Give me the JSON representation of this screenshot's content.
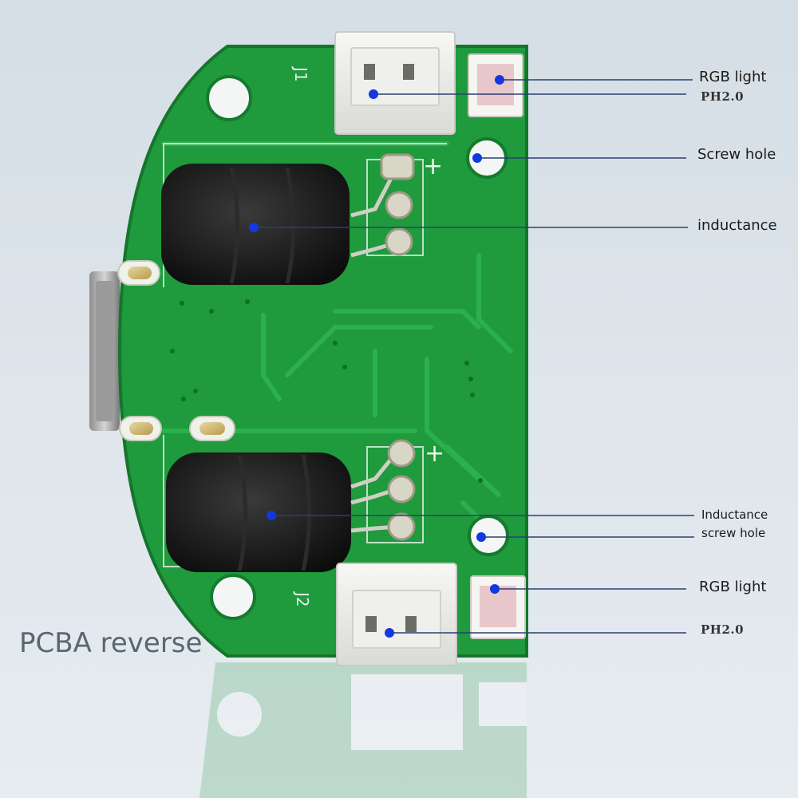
{
  "caption": "PCBA reverse",
  "board": {
    "silkscreen": {
      "j1": "J1",
      "j2": "J2",
      "plus": "+"
    }
  },
  "labels": {
    "rgb_light_top": "RGB light",
    "ph20_top": "PH2.0",
    "screw_hole": "Screw hole",
    "inductance": "inductance",
    "inductance_line1": "Inductance",
    "inductance_line2": "screw hole",
    "rgb_light_bottom": "RGB light",
    "ph20_bottom": "PH2.0"
  },
  "colors": {
    "pcb_green": "#1f9a3c",
    "trace_green": "#2bb04c",
    "marker_blue": "#1238e0",
    "leader_line": "#2a3f73",
    "background": "#dbe3e9"
  }
}
